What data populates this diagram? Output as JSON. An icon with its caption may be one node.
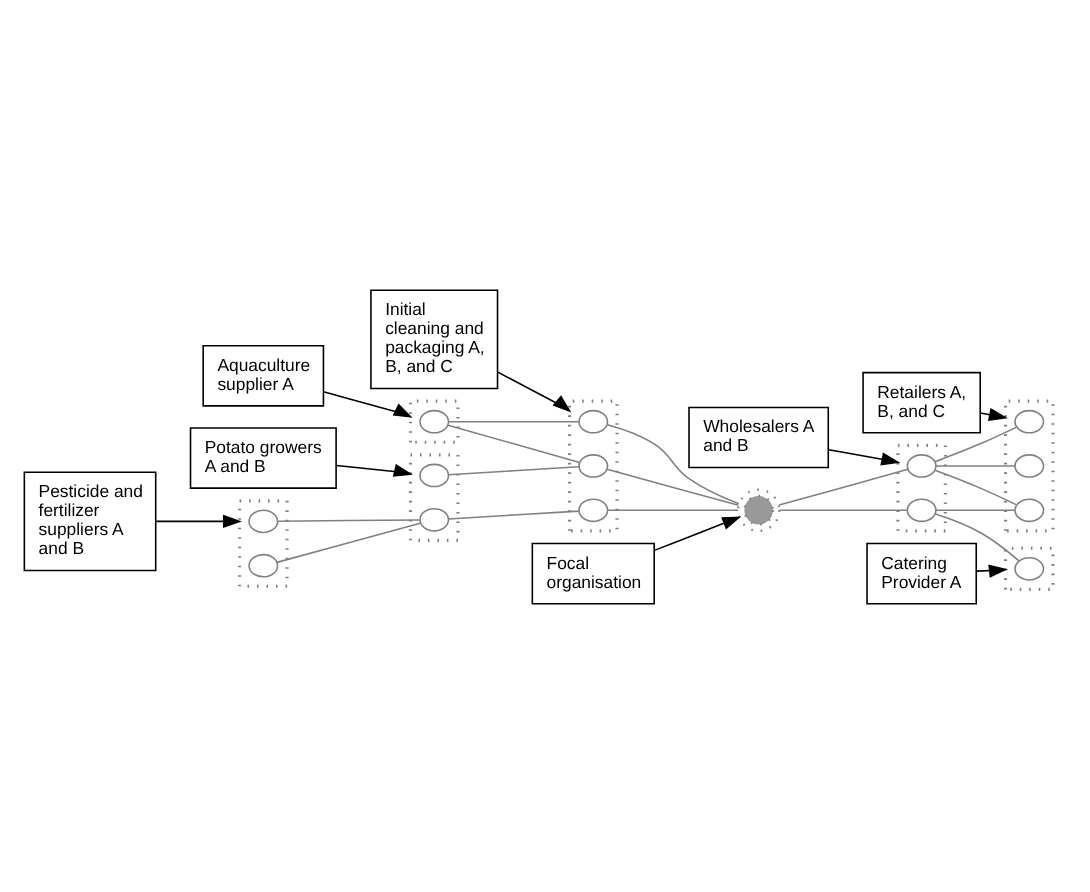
{
  "diagram": {
    "nodes": [
      {
        "text": [
          "Initial cleaning and packaging A, B, and C"
        ]
      },
      {
        "text": [
          "Wholesalers A and B"
        ]
      },
      {
        "text": [
          "Aquaculture supplier A"
        ]
      },
      {
        "text": [
          "Retailers A, B, and C"
        ]
      },
      {
        "text": [
          "Pesticide and fertilizer suppliers A and B"
        ]
      },
      {
        "text": [
          "Catering Provider A"
        ]
      },
      {
        "text": [
          "Focal organisation"
        ]
      },
      {
        "text": [
          "Potato growers A and B"
        ]
      },
      {
        "text": [],
        "shape": "box"
      },
      {
        "text": [],
        "shape": "box"
      },
      {
        "text": [],
        "shape": "box"
      },
      {
        "text": [],
        "shape": "box"
      },
      {
        "text": [],
        "shape": "box"
      },
      {
        "text": [],
        "shape": "box"
      },
      {
        "text": [],
        "shape": "box"
      },
      {
        "text": [],
        "shape": "circle",
        "in": 8
      },
      {
        "text": [],
        "shape": "circle",
        "in": 8
      },
      {
        "text": [],
        "shape": "circle",
        "in": 9
      },
      {
        "text": [],
        "shape": "circle",
        "in": 10
      },
      {
        "text": [],
        "shape": "circle",
        "in": 10
      },
      {
        "text": [],
        "shape": "circle",
        "in": 11
      },
      {
        "text": [],
        "shape": "circle",
        "in": 11
      },
      {
        "text": [],
        "shape": "circle",
        "in": 11
      },
      {
        "text": [],
        "shape": "circle"
      },
      {
        "text": [],
        "shape": "circle",
        "in": 12
      },
      {
        "text": [],
        "shape": "circle",
        "in": 12
      },
      {
        "text": [],
        "shape": "circle",
        "in": 13
      },
      {
        "text": [],
        "shape": "circle",
        "in": 13
      },
      {
        "text": [],
        "shape": "circle",
        "in": 13
      },
      {
        "text": [],
        "shape": "circle",
        "in": 14
      }
    ],
    "edges": [
      {
        "from": 15,
        "to": 19,
        "arrow": "none"
      },
      {
        "from": 16,
        "to": 19,
        "arrow": "none"
      },
      {
        "from": 17,
        "to": 20,
        "arrow": "none"
      },
      {
        "from": 17,
        "to": 21,
        "arrow": "none"
      },
      {
        "from": 18,
        "to": 21,
        "arrow": "none"
      },
      {
        "from": 19,
        "to": 22,
        "arrow": "none"
      },
      {
        "from": 20,
        "to": 23,
        "arrow": "none"
      },
      {
        "from": 21,
        "to": 23,
        "arrow": "none"
      },
      {
        "from": 22,
        "to": 23,
        "arrow": "none"
      },
      {
        "from": 23,
        "to": 24,
        "arrow": "none"
      },
      {
        "from": 23,
        "to": 25,
        "arrow": "none"
      },
      {
        "from": 24,
        "to": 26,
        "arrow": "none"
      },
      {
        "from": 24,
        "to": 27,
        "arrow": "none"
      },
      {
        "from": 24,
        "to": 28,
        "arrow": "none"
      },
      {
        "from": 25,
        "to": 28,
        "arrow": "none"
      },
      {
        "from": 25,
        "to": 29,
        "arrow": "none"
      },
      {
        "from": 0,
        "to": 11,
        "arrow": "to",
        "color": "#000000"
      },
      {
        "from": 1,
        "to": 12,
        "arrow": "to",
        "color": "#000000"
      },
      {
        "from": 2,
        "to": 9,
        "arrow": "to",
        "color": "#000000"
      },
      {
        "from": 3,
        "to": 13,
        "arrow": "to",
        "color": "#000000"
      },
      {
        "from": 4,
        "to": 8,
        "arrow": "to",
        "color": "#000000"
      },
      {
        "from": 5,
        "to": 14,
        "arrow": "to",
        "color": "#000000"
      },
      {
        "from": 6,
        "to": 23,
        "arrow": "to",
        "color": "#000000"
      },
      {
        "from": 7,
        "to": 10,
        "arrow": "to",
        "color": "#000000"
      }
    ]
  }
}
